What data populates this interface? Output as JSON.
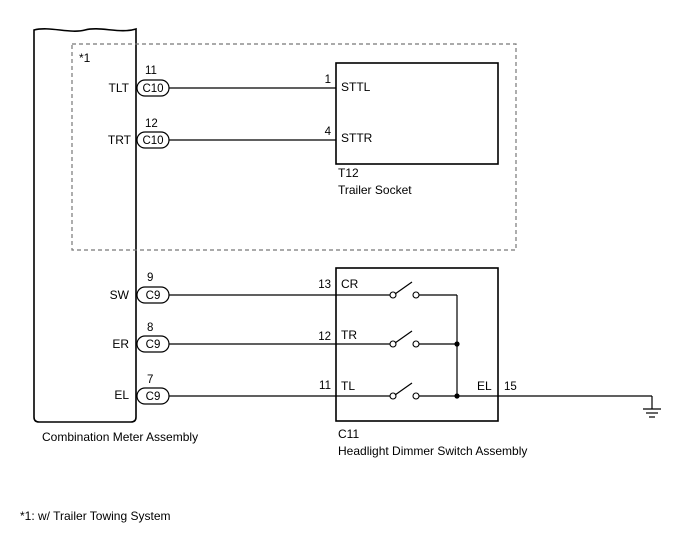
{
  "note_marker": "*1",
  "footnote": "*1: w/ Trailer Towing System",
  "meter": {
    "name": "Combination Meter Assembly"
  },
  "trailer_socket": {
    "code": "T12",
    "name": "Trailer Socket"
  },
  "dimmer_switch": {
    "code": "C11",
    "name": "Headlight Dimmer Switch Assembly"
  },
  "connections": [
    {
      "meter_terminal": "TLT",
      "meter_pin": "11",
      "meter_connector": "C10",
      "device_pin": "1",
      "device_terminal": "STTL"
    },
    {
      "meter_terminal": "TRT",
      "meter_pin": "12",
      "meter_connector": "C10",
      "device_pin": "4",
      "device_terminal": "STTR"
    },
    {
      "meter_terminal": "SW",
      "meter_pin": "9",
      "meter_connector": "C9",
      "device_pin": "13",
      "device_terminal": "CR"
    },
    {
      "meter_terminal": "ER",
      "meter_pin": "8",
      "meter_connector": "C9",
      "device_pin": "12",
      "device_terminal": "TR"
    },
    {
      "meter_terminal": "EL",
      "meter_pin": "7",
      "meter_connector": "C9",
      "device_pin": "11",
      "device_terminal": "TL"
    }
  ],
  "ground_terminal": {
    "terminal": "EL",
    "pin": "15"
  },
  "icons": {
    "ground": "ground-symbol-icon",
    "switch": "switch-contact-icon",
    "connector": "connector-pin-icon"
  }
}
